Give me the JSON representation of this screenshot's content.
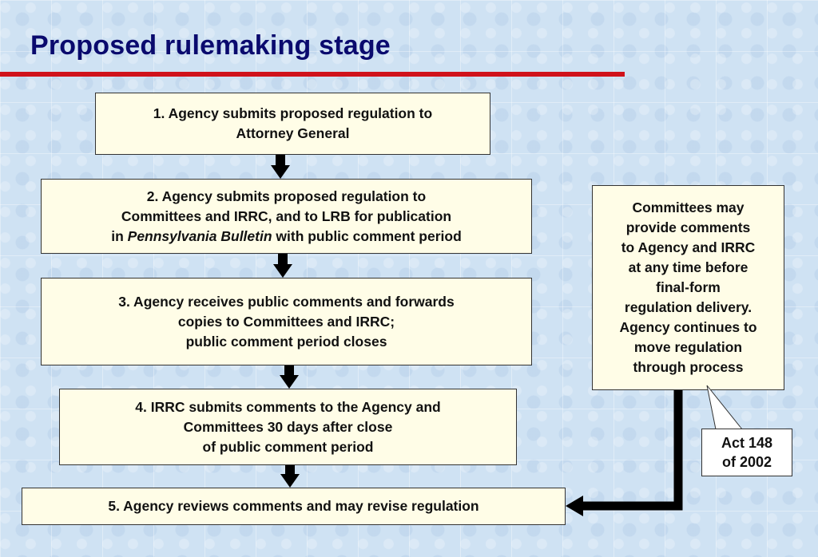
{
  "slide": {
    "title": "Proposed rulemaking stage",
    "accent_color": "#d0121b",
    "title_color": "#0a0a6e"
  },
  "steps": [
    {
      "lines": [
        "1.  Agency submits proposed regulation to",
        "Attorney General"
      ]
    },
    {
      "lines": [
        "2.  Agency submits proposed regulation to",
        "Committees and IRRC, and to LRB for publication"
      ],
      "last_prefix": "in ",
      "last_italic": "Pennsylvania Bulletin",
      "last_suffix": " with public comment period"
    },
    {
      "lines": [
        "3.  Agency receives public comments and forwards",
        "copies to Committees and IRRC;",
        "public comment period closes"
      ]
    },
    {
      "lines": [
        "4.  IRRC submits comments to the Agency and",
        "Committees 30 days after close",
        "of public comment period"
      ]
    },
    {
      "lines": [
        "5.  Agency reviews comments and may revise regulation"
      ]
    }
  ],
  "side_note": {
    "lines": [
      "Committees may",
      "provide comments",
      "to Agency and IRRC",
      "at any time before",
      "final-form",
      "regulation delivery.",
      "Agency continues to",
      "move regulation",
      "through process"
    ]
  },
  "callout": {
    "lines": [
      "Act 148",
      "of 2002"
    ]
  }
}
